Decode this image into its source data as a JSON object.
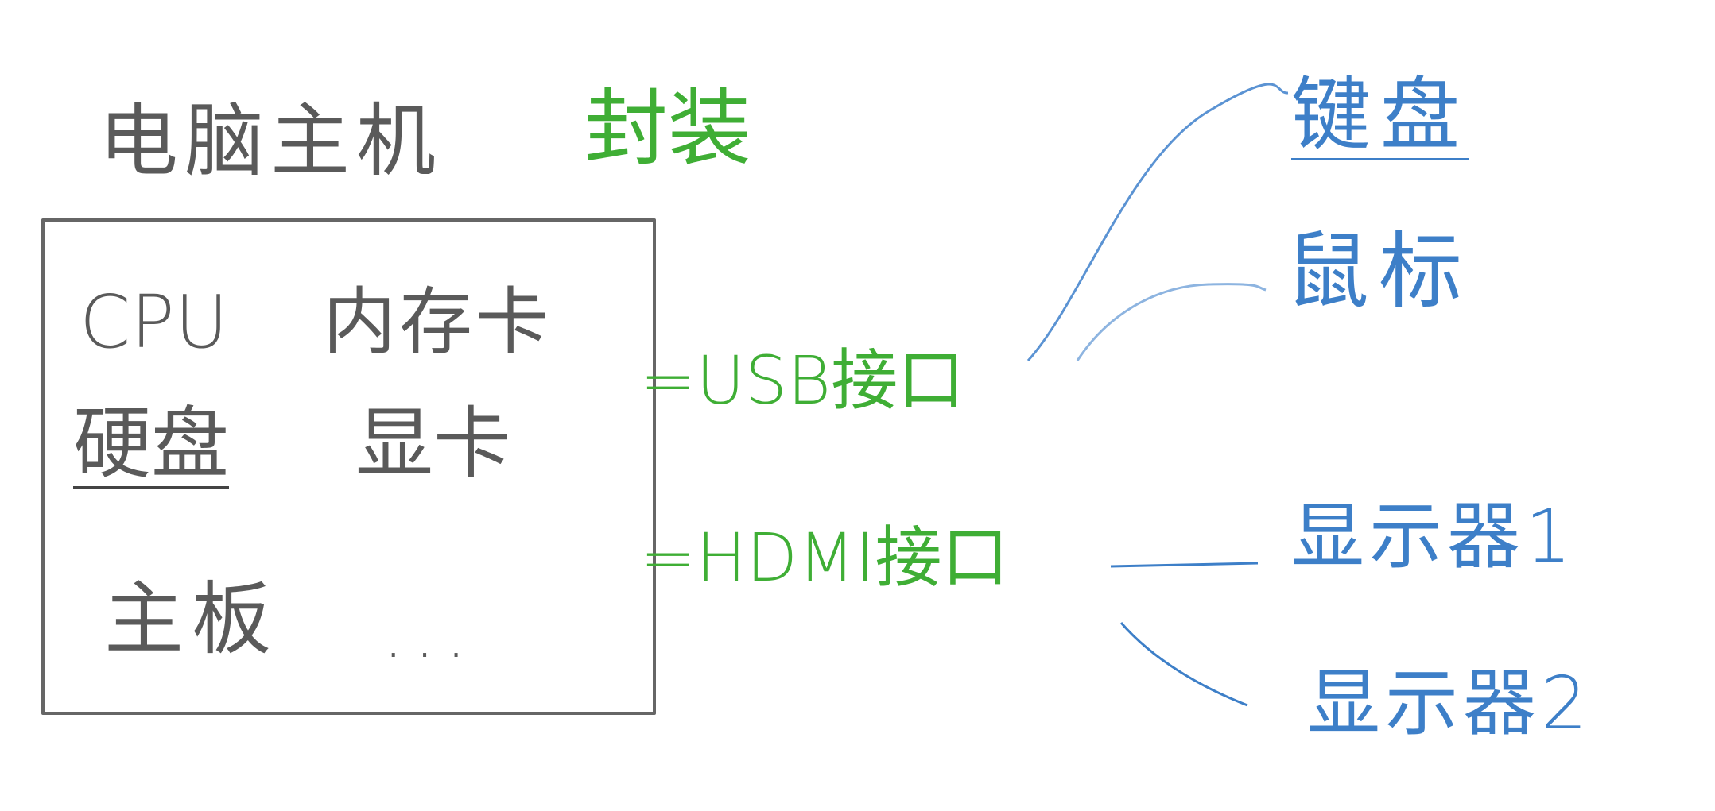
{
  "host": {
    "title": "电脑主机",
    "components": [
      "CPU",
      "内存卡",
      "硬盘",
      "显卡",
      "主板",
      "..."
    ]
  },
  "encapsulation_label": "封装",
  "interfaces": {
    "usb": "=USB接口",
    "hdmi": "=HDMI接口"
  },
  "devices": {
    "keyboard": "键盘",
    "mouse": "鼠标",
    "monitor1": "显示器1",
    "monitor2": "显示器2"
  },
  "colors": {
    "host": "#5a5a5a",
    "interface": "#3fae35",
    "device": "#3d7fc8"
  }
}
